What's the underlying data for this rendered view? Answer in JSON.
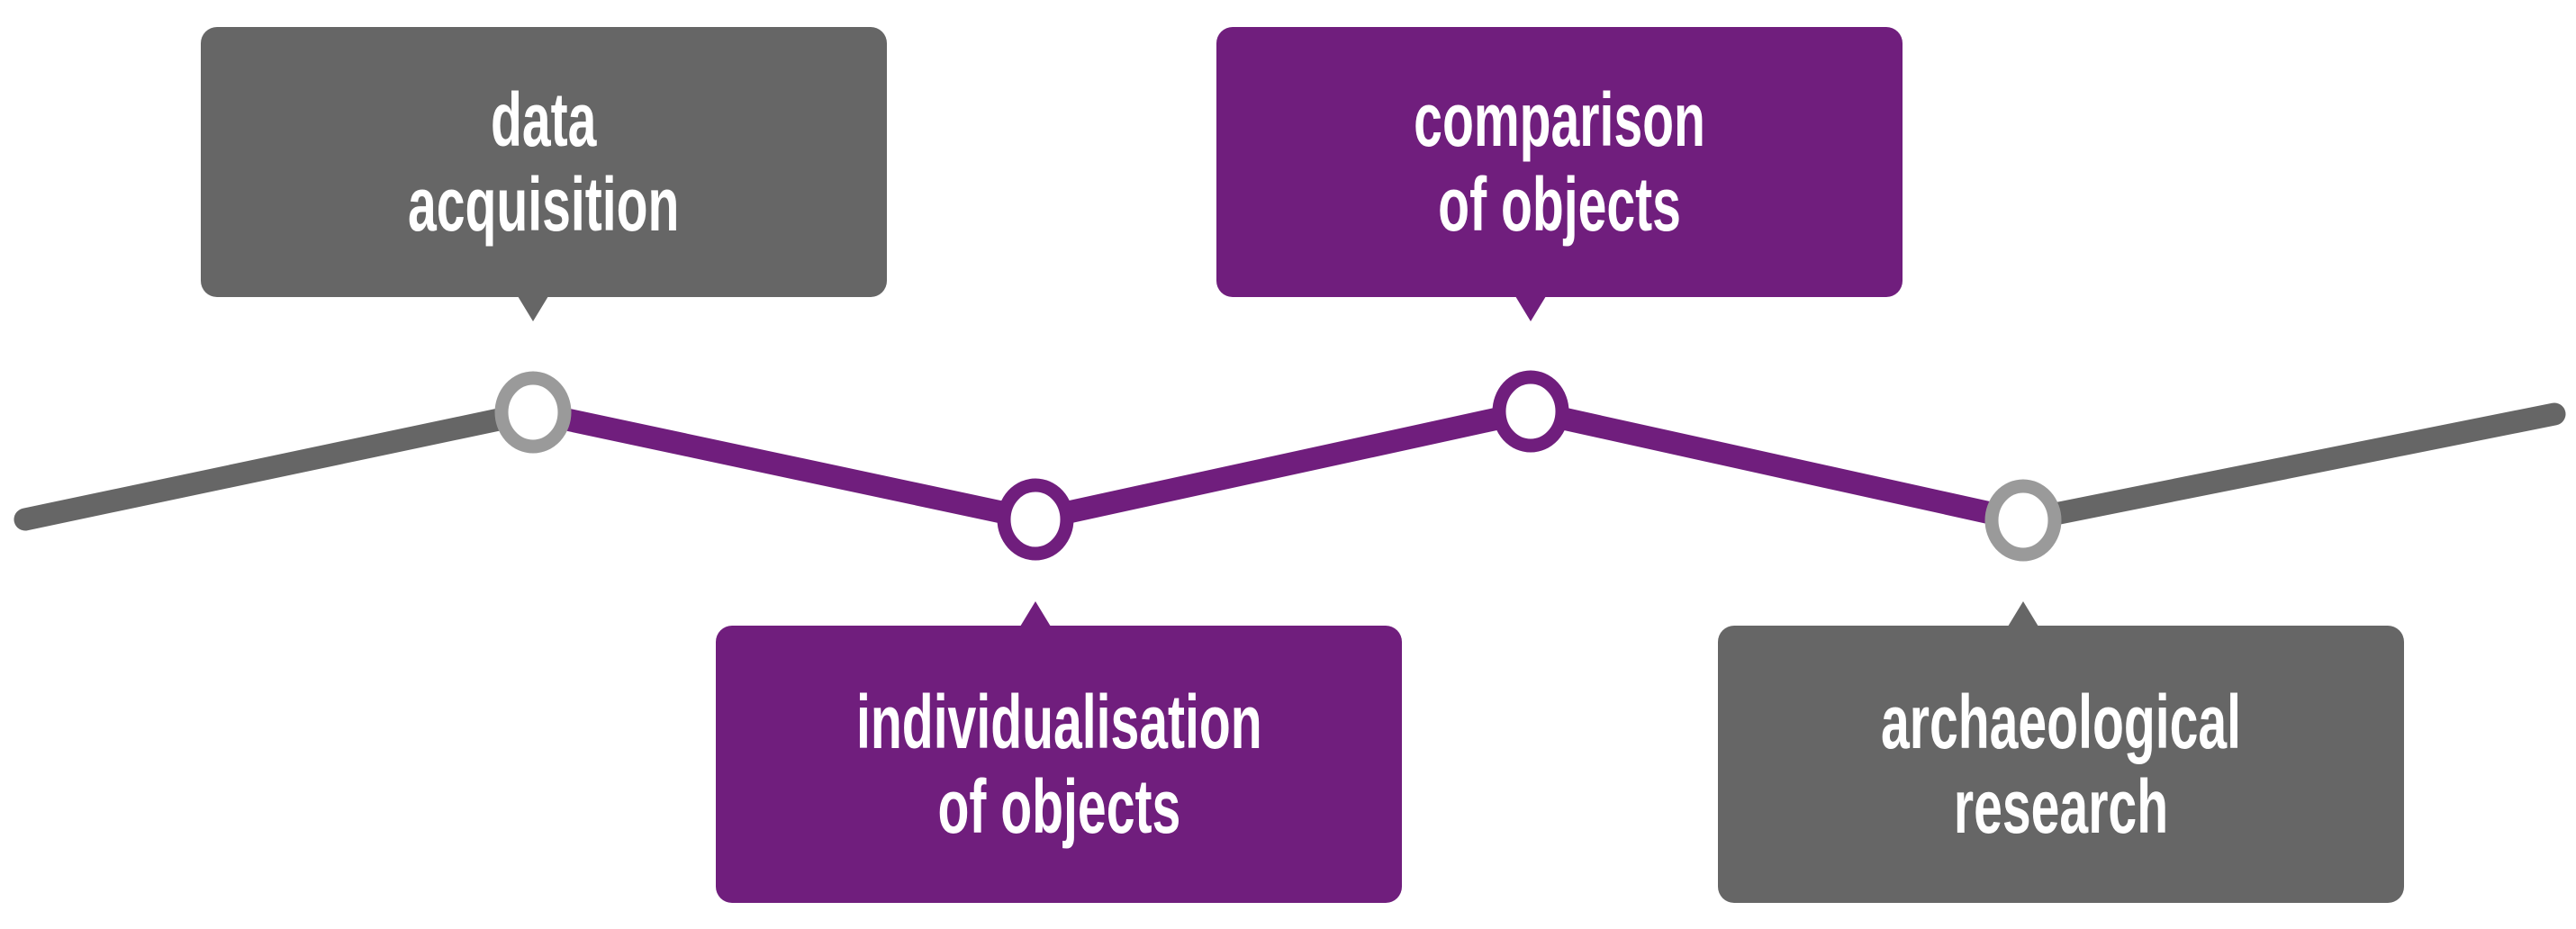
{
  "diagram": {
    "title": "process timeline with four stages",
    "background": "#ffffff",
    "colors": {
      "purple": "#701E7D",
      "gray": "#666666",
      "node_ring_gray": "#9A9A9A",
      "node_fill": "#ffffff",
      "label_text": "#ffffff"
    },
    "stages": [
      {
        "id": "data-acquisition",
        "label": "data\nacquisition",
        "theme": "gray",
        "position": "above-line",
        "ring": "gray"
      },
      {
        "id": "individualisation-of-objects",
        "label": "individualisation\nof objects",
        "theme": "purple",
        "position": "below-line",
        "ring": "purple"
      },
      {
        "id": "comparison-of-objects",
        "label": "comparison\nof objects",
        "theme": "purple",
        "position": "above-line",
        "ring": "purple"
      },
      {
        "id": "archaeological-research",
        "label": "archaeological research",
        "theme": "gray",
        "position": "below-line",
        "ring": "gray"
      }
    ]
  }
}
